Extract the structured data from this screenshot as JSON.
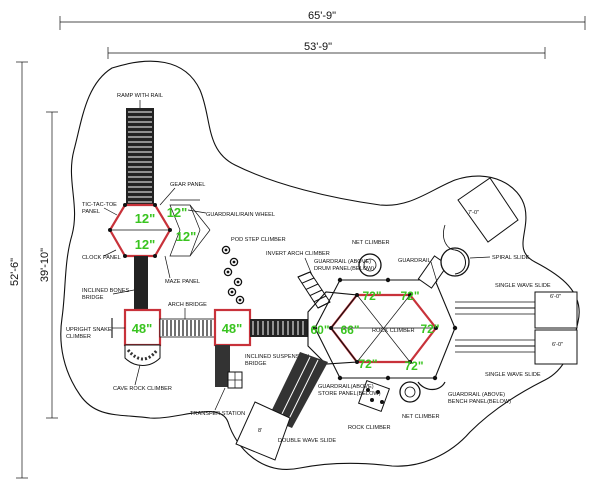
{
  "dimensions": {
    "overall_width": "65'-9\"",
    "inner_width": "53'-9\"",
    "overall_depth": "52'-6\"",
    "inner_depth": "39'-10\"",
    "slide_upper": "6'-0\"",
    "slide_lower": "6'-0\"",
    "tray_top": "7'-0\"",
    "tray_bottom": "8'"
  },
  "heights": {
    "hex_top_1": "12\"",
    "hex_top_2": "12\"",
    "hex_top_3": "12\"",
    "hex_top_4": "12\"",
    "square_left": "48\"",
    "square_mid": "48\"",
    "big_hex_left": "60\"",
    "big_hex_inner": "66\"",
    "big_hex_top_left": "72\"",
    "big_hex_top_right": "72\"",
    "big_hex_right": "72\"",
    "big_hex_bottom_left": "72\"",
    "big_hex_bottom_right": "72\""
  },
  "labels": {
    "ramp_with_rail": "RAMP WITH RAIL",
    "gear_panel": "GEAR PANEL",
    "tic_tac_toe": "TIC-TAC-TOE",
    "panel": "PANEL",
    "guardrail_rain_wheel": "GUARDRAIL/RAIN WHEEL",
    "clock_panel": "CLOCK PANEL",
    "pod_step_climber": "POD STEP CLIMBER",
    "maze_panel": "MAZE PANEL",
    "inclined_bones": "INCLINED BONES",
    "bridge": "BRIDGE",
    "arch_bridge": "ARCH BRIDGE",
    "upright_snake": "UPRIGHT SNAKE",
    "climber": "CLIMBER",
    "cave_rock_climber": "CAVE ROCK CLIMBER",
    "inclined_suspension": "INCLINED SUSPENSION",
    "bridge_2": "BRIDGE",
    "transfer_station": "TRANSFER STATION",
    "invert_arch_climber": "INVERT ARCH CLIMBER",
    "net_climber_top": "NET CLIMBER",
    "guardrail_above": "GUARDRAIL (ABOVE)",
    "drum_panel_below": "DRUM PANEL(BELOW)",
    "guardrail": "GUARDRAIL",
    "spiral_slide": "SPIRAL SLIDE",
    "single_wave_slide_top": "SINGLE WAVE SLIDE",
    "rock_climber_center": "ROCK CLIMBER",
    "single_wave_slide_bottom": "SINGLE WAVE SLIDE",
    "guardrail_above_2": "GUARDRAIL(ABOVE)",
    "store_panel_below": "STORE PANEL(BELOW)",
    "guardrail_above_bench": "GUARDRAIL (ABOVE)",
    "bench_panel_below": "BENCH PANEL(BELOW)",
    "net_climber_bottom": "NET CLIMBER",
    "rock_climber_bottom": "ROCK CLIMBER",
    "double_wave_slide": "DOUBLE WAVE SLIDE"
  }
}
